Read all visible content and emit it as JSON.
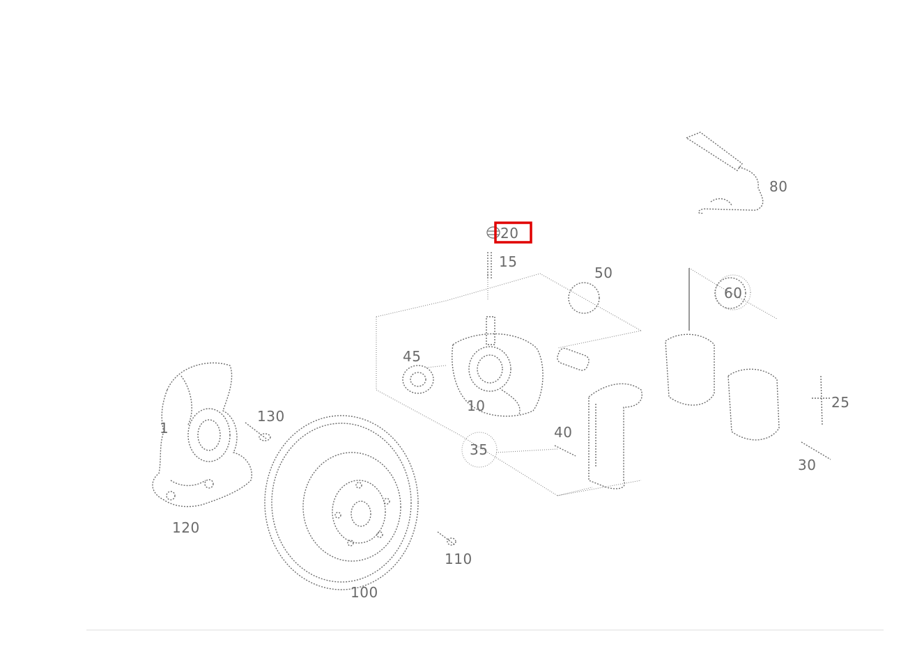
{
  "callouts": {
    "c1": "1",
    "c10": "10",
    "c15": "15",
    "c20": "20",
    "c25": "25",
    "c30": "30",
    "c35": "35",
    "c40": "40",
    "c45": "45",
    "c50": "50",
    "c60": "60",
    "c80": "80",
    "c100": "100",
    "c110": "110",
    "c120": "120",
    "c130": "130"
  },
  "highlighted_callout": "20",
  "colors": {
    "highlight": "#e00000",
    "line_art": "#6b6b6b",
    "callout_text": "#6a6a6a"
  }
}
